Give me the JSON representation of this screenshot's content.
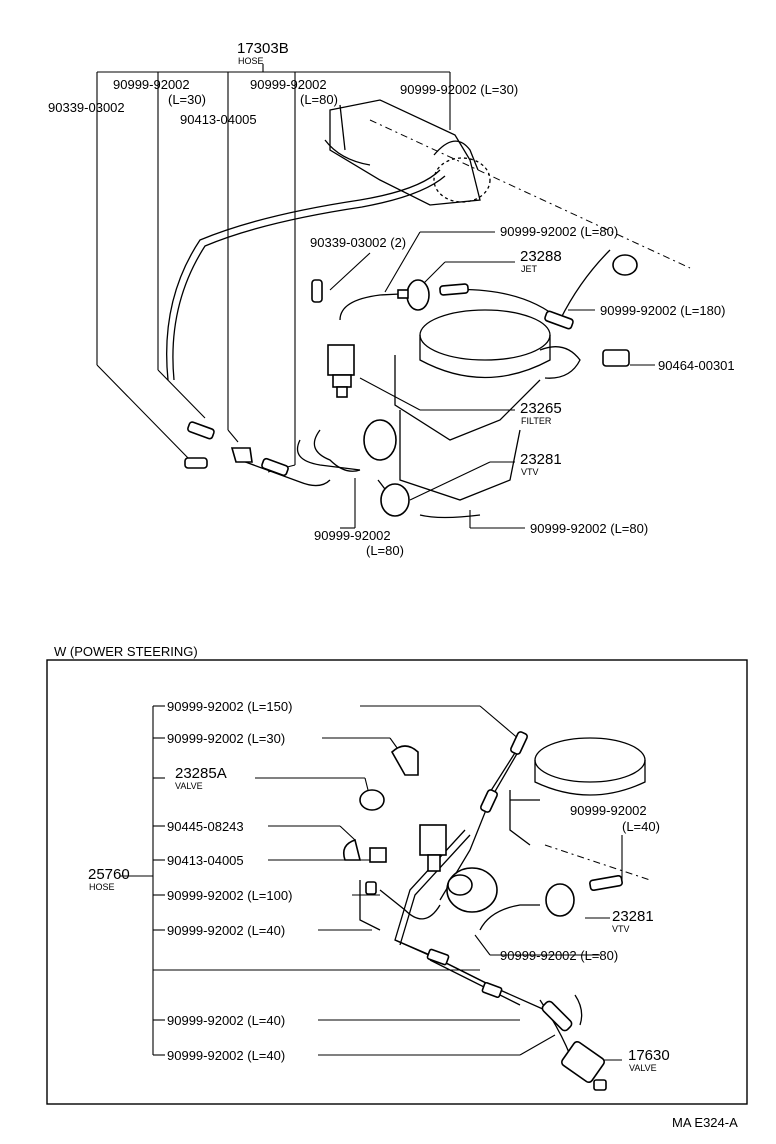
{
  "top": {
    "hose_main": {
      "num": "17303B",
      "sub": "HOSE"
    },
    "l_a": "90999-92002",
    "l_a2": "(L=30)",
    "l_b": "90999-92002",
    "l_b2": "(L=80)",
    "l_c": "90999-92002  (L=30)",
    "l_d": "90339-03002",
    "l_e": "90413-04005",
    "l_f": "90339-03002 (2)",
    "l_g": "90999-92002  (L=80)",
    "jet": {
      "num": "23288",
      "sub": "JET"
    },
    "l_h": "90999-92002  (L=180)",
    "l_i": "90464-00301",
    "filter": {
      "num": "23265",
      "sub": "FILTER"
    },
    "vtv": {
      "num": "23281",
      "sub": "VTV"
    },
    "l_j": "90999-92002",
    "l_j2": "(L=80)",
    "l_k": "90999-92002  (L=80)"
  },
  "bottom": {
    "section_title": "W (POWER STEERING)",
    "hose_set": {
      "num": "25760",
      "sub": "HOSE"
    },
    "r1": "90999-92002  (L=150)",
    "r2": "90999-92002  (L=30)",
    "valve_a": {
      "num": "23285A",
      "sub": "VALVE"
    },
    "r4": "90445-08243",
    "r5": "90413-04005",
    "r6": "90999-92002  (L=100)",
    "r7": "90999-92002  (L=40)",
    "r8": "90999-92002  (L=40)",
    "r9": "90999-92002  (L=40)",
    "right_a": "90999-92002",
    "right_a2": "(L=40)",
    "vtv": {
      "num": "23281",
      "sub": "VTV"
    },
    "right_b": "90999-92002  (L=80)",
    "valve_b": {
      "num": "17630",
      "sub": "VALVE"
    }
  },
  "figure_code": "MA E324-A"
}
